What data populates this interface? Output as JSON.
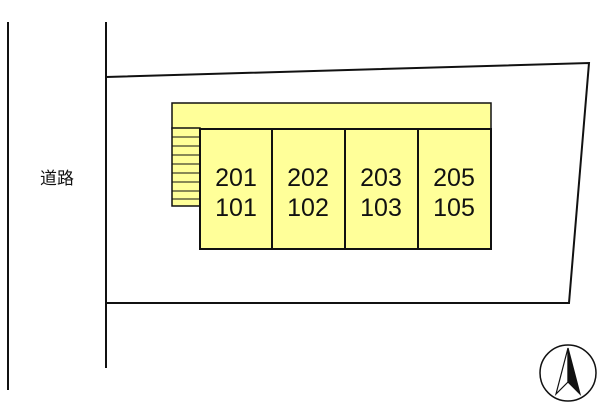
{
  "road": {
    "label": "道路"
  },
  "building": {
    "units": [
      {
        "upper": "201",
        "lower": "101"
      },
      {
        "upper": "202",
        "lower": "102"
      },
      {
        "upper": "203",
        "lower": "103"
      },
      {
        "upper": "205",
        "lower": "105"
      }
    ]
  },
  "compass": {
    "icon": "north-arrow-icon"
  },
  "colors": {
    "building_fill": "#ffff99",
    "outline": "#111111"
  }
}
